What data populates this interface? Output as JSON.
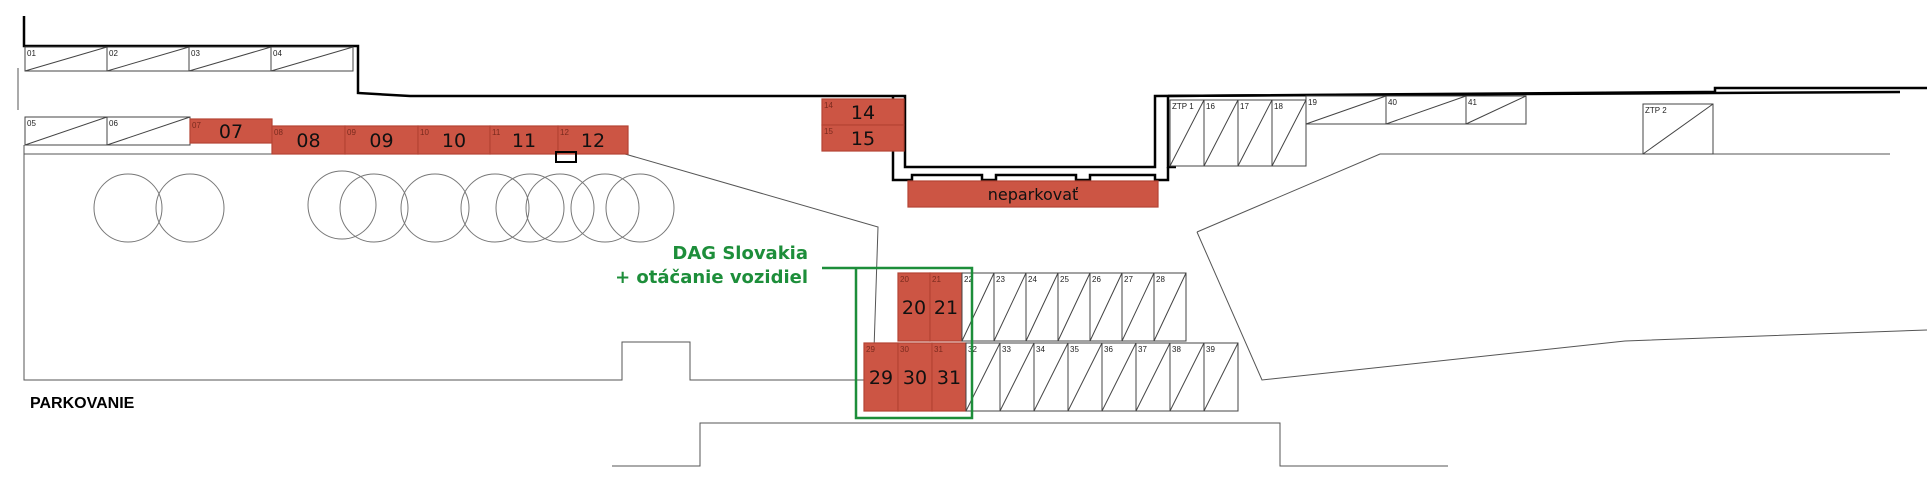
{
  "title": "PARKOVANIE",
  "annotation": {
    "line1": "DAG Slovakia",
    "line2": "+ otáčanie vozidiel"
  },
  "no_parking_label": "neparkovať",
  "colors": {
    "highlight": "#cc5544",
    "annotation": "#1d8e3a",
    "outline": "#000000"
  },
  "top_row_spots": [
    "01",
    "02",
    "03",
    "04"
  ],
  "second_row_spots": [
    "05",
    "06",
    "07",
    "08",
    "09",
    "10",
    "11",
    "12"
  ],
  "center_spots": [
    "14",
    "15"
  ],
  "right_spots": [
    "ZTP 1",
    "16",
    "17",
    "18",
    "19",
    "40",
    "41",
    "ZTP 2"
  ],
  "lower_row_a": [
    "20",
    "21",
    "22",
    "23",
    "24",
    "25",
    "26",
    "27",
    "28"
  ],
  "lower_row_b": [
    "29",
    "30",
    "31",
    "32",
    "33",
    "34",
    "35",
    "36",
    "37",
    "38",
    "39"
  ],
  "highlighted_spots": [
    "07",
    "08",
    "09",
    "10",
    "11",
    "12",
    "14",
    "15",
    "20",
    "21",
    "29",
    "30",
    "31"
  ]
}
